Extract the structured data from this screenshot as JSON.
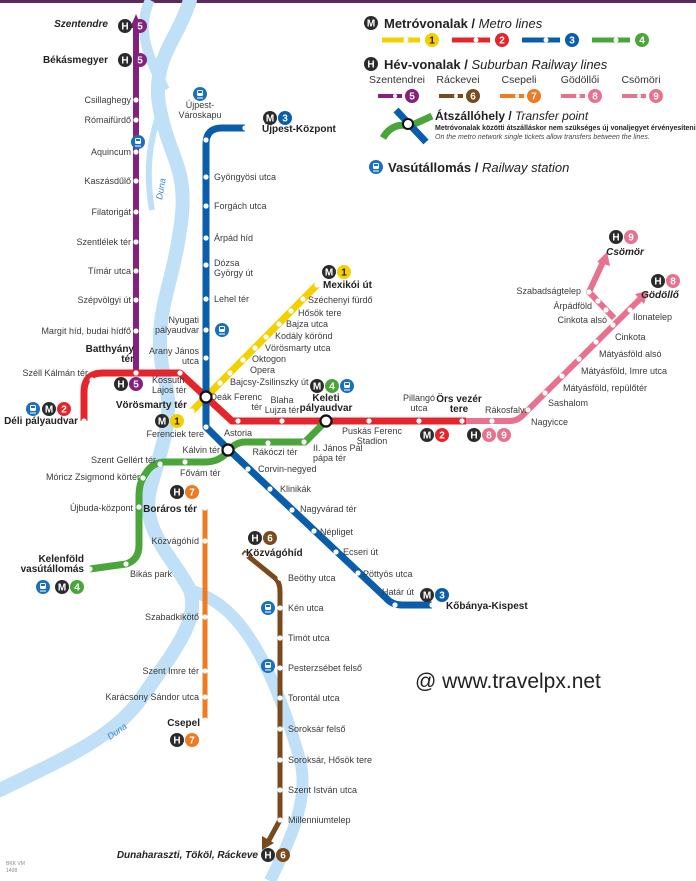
{
  "colors": {
    "m1": "#f5d000",
    "m2": "#e4262c",
    "m3": "#0a5dab",
    "m4": "#4aa53a",
    "h5": "#84217f",
    "h6": "#7a4a1c",
    "h7": "#ee7a22",
    "h8": "#e8718f",
    "h9": "#e8718f",
    "river": "#bfe0f6",
    "badge": "#2b2b2b",
    "frame": "#5b2a5c"
  },
  "legend": {
    "metro_title": "Metróvonalak",
    "metro_title_en": "Metro lines",
    "metro_numbers": [
      "1",
      "2",
      "3",
      "4"
    ],
    "hev_title": "Hév-vonalak",
    "hev_title_en": "Suburban Railway lines",
    "hev_lines": [
      {
        "name": "Szentendrei",
        "number": "5"
      },
      {
        "name": "Ráckevei",
        "number": "6"
      },
      {
        "name": "Csepeli",
        "number": "7"
      },
      {
        "name": "Gödöllői",
        "number": "8"
      },
      {
        "name": "Csömöri",
        "number": "9"
      }
    ],
    "transfer_title": "Átszállóhely",
    "transfer_title_en": "Transfer point",
    "transfer_note": "Metróvonalak közötti átszálláskor nem szükséges új vonaljegyet érvényesíteni.",
    "transfer_note_en": "On the metro network single tickets allow transfers between the lines.",
    "railway_title": "Vasútállomás",
    "railway_title_en": "Railway station",
    "separator": "/",
    "metro_icon": "M",
    "hev_icon": "H"
  },
  "stations": {
    "m1": [
      "Vörösmarty tér",
      "Bajcsy-Zsilinszky út",
      "Opera",
      "Oktogon",
      "Vörösmarty utca",
      "Kodály körönd",
      "Bajza utca",
      "Hősök tere",
      "Széchenyi fürdő",
      "Mexikói út"
    ],
    "m2": [
      "Déli pályaudvar",
      "Széll Kálmán tér",
      "Batthyány\ntér",
      "Kossuth\nLajos tér",
      "Astoria",
      "Blaha\nLujza tér",
      "Keleti\npályaudvar",
      "Puskás Ferenc\nStadion",
      "Pillangó\nutca",
      "Örs vezér\ntere"
    ],
    "m3": [
      "Újpest-Központ",
      "Újpest-\nVároskapu",
      "Gyöngyösi utca",
      "Forgách utca",
      "Árpád híd",
      "Dózsa\nGyörgy út",
      "Lehel tér",
      "Nyugati\npályaudvar",
      "Arany János\nutca",
      "Deák Ferenc\ntér",
      "Ferenciek tere",
      "Kálvin tér",
      "Corvin-negyed",
      "Klinikák",
      "Nagyvárad tér",
      "Népliget",
      "Ecseri út",
      "Pöttyös utca",
      "Határ út",
      "Kőbánya-Kispest"
    ],
    "m4": [
      "II. János Pál\npápa tér",
      "Rákóczi tér",
      "Fővám tér",
      "Szent Gellért tér",
      "Móricz Zsigmond körtér",
      "Újbuda-központ",
      "Bikás park",
      "Kelenföld\nvasútállomás"
    ],
    "h5": [
      "Szentendre",
      "Békásmegyer",
      "Csillaghegy",
      "Rómaifürdő",
      "Aquincum",
      "Kaszásdűlő",
      "Filatorigát",
      "Szentlélek tér",
      "Tímár utca",
      "Szépvölgyi út",
      "Margit híd, budai hídfő"
    ],
    "h6": [
      "Közvágóhíd",
      "Beöthy utca",
      "Kén utca",
      "Timót utca",
      "Pesterzsébet felső",
      "Torontál utca",
      "Soroksár felső",
      "Soroksár, Hősök tere",
      "Szent István utca",
      "Millenniumtelep",
      "Dunaharaszti, Tököl, Ráckeve"
    ],
    "h7": [
      "Boráros tér",
      "Közvágóhíd",
      "Szabadkikötő",
      "Szent Imre tér",
      "Karácsony Sándor utca",
      "Csepel"
    ],
    "h8": [
      "Rákosfalva",
      "Nagyicce",
      "Sashalom",
      "Mátyásföld, repülőtér",
      "Mátyásföld, Imre utca",
      "Mátyásföld alsó",
      "Cinkota",
      "Ilonatelep",
      "Gödöllő"
    ],
    "h9": [
      "Cinkota alsó",
      "Árpádföld",
      "Szabadságtelep",
      "Csömör"
    ]
  },
  "river": {
    "name_north": "Duna",
    "name_south": "Duna"
  },
  "watermark": "@ www.travelpx.net",
  "footer_code": [
    "BKK VM",
    "1408"
  ]
}
